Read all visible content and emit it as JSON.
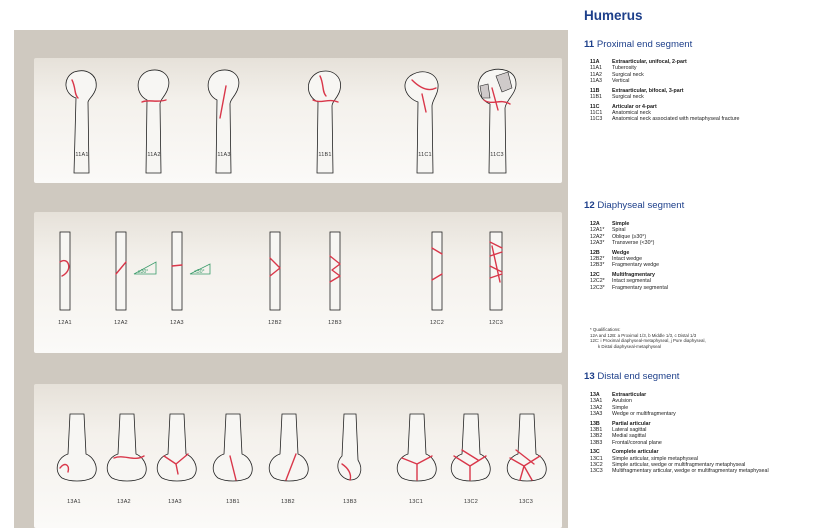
{
  "title": "Humerus",
  "sections": [
    {
      "heading_code": "11",
      "heading_text": "Proximal end segment",
      "rows": [
        {
          "code": "11A",
          "text": "Extraarticular, unifocal, 2-part",
          "group": true
        },
        {
          "code": "11A1",
          "text": "Tuberosity",
          "group": false
        },
        {
          "code": "11A2",
          "text": "Surgical neck",
          "group": false
        },
        {
          "code": "11A3",
          "text": "Vertical",
          "group": false
        },
        {
          "code": "11B",
          "text": "Extraarticular, bifocal, 3-part",
          "group": true
        },
        {
          "code": "11B1",
          "text": "Surgical neck",
          "group": false
        },
        {
          "code": "11C",
          "text": "Articular or 4-part",
          "group": true
        },
        {
          "code": "11C1",
          "text": "Anatomical neck",
          "group": false
        },
        {
          "code": "11C3",
          "text": "Anatomical neck associated with metaphyseal fracture",
          "group": false
        }
      ]
    },
    {
      "heading_code": "12",
      "heading_text": "Diaphyseal segment",
      "rows": [
        {
          "code": "12A",
          "text": "Simple",
          "group": true
        },
        {
          "code": "12A1*",
          "text": "Spiral",
          "group": false
        },
        {
          "code": "12A2*",
          "text": "Oblique (≥30°)",
          "group": false
        },
        {
          "code": "12A3*",
          "text": "Transverse (<30°)",
          "group": false
        },
        {
          "code": "12B",
          "text": "Wedge",
          "group": true
        },
        {
          "code": "12B2*",
          "text": "Intact wedge",
          "group": false
        },
        {
          "code": "12B3*",
          "text": "Fragmentary wedge",
          "group": false
        },
        {
          "code": "12C",
          "text": "Multifragmentary",
          "group": true
        },
        {
          "code": "12C2*",
          "text": "Intact segmental",
          "group": false
        },
        {
          "code": "12C3*",
          "text": "Fragmentary segmental",
          "group": false
        }
      ],
      "notes": [
        "* Qualifications:",
        "12A and 12B: a Proximal 1/3, b Middle 1/3, c Distal 1/3",
        "12C: i Proximal diaphyseal-metaphyseal, j Pure diaphyseal,",
        "k Distal diaphyseal-metaphyseal"
      ]
    },
    {
      "heading_code": "13",
      "heading_text": "Distal end segment",
      "rows": [
        {
          "code": "13A",
          "text": "Extraarticular",
          "group": true
        },
        {
          "code": "13A1",
          "text": "Avulsion",
          "group": false
        },
        {
          "code": "13A2",
          "text": "Simple",
          "group": false
        },
        {
          "code": "13A3",
          "text": "Wedge or multifragmentary",
          "group": false
        },
        {
          "code": "13B",
          "text": "Partial articular",
          "group": true
        },
        {
          "code": "13B1",
          "text": "Lateral sagittal",
          "group": false
        },
        {
          "code": "13B2",
          "text": "Medial sagittal",
          "group": false
        },
        {
          "code": "13B3",
          "text": "Frontal/coronal plane",
          "group": false
        },
        {
          "code": "13C",
          "text": "Complete articular",
          "group": true
        },
        {
          "code": "13C1",
          "text": "Simple articular, simple metaphyseal",
          "group": false
        },
        {
          "code": "13C2",
          "text": "Simple articular, wedge or multifragmentary metaphyseal",
          "group": false
        },
        {
          "code": "13C3",
          "text": "Multifragmentary articular, wedge or multifragmentary metaphyseal",
          "group": false
        }
      ]
    }
  ],
  "figures": {
    "proximal": [
      "11A1",
      "11A2",
      "11A3",
      "11B1",
      "11C1",
      "11C3"
    ],
    "diaphyseal": [
      "12A1",
      "12A2",
      "12A3",
      "12B2",
      "12B3",
      "12C2",
      "12C3"
    ],
    "distal": [
      "13A1",
      "13A2",
      "13A3",
      "13B1",
      "13B2",
      "13B3",
      "13C1",
      "13C2",
      "13C3"
    ],
    "angle_labels": [
      "≥30°",
      "<30°"
    ]
  },
  "colors": {
    "heading": "#1d3f8a",
    "fracture_line": "#d9374a",
    "angle_marker": "#3a9b6a",
    "panel_band": "#cfc9c0"
  }
}
